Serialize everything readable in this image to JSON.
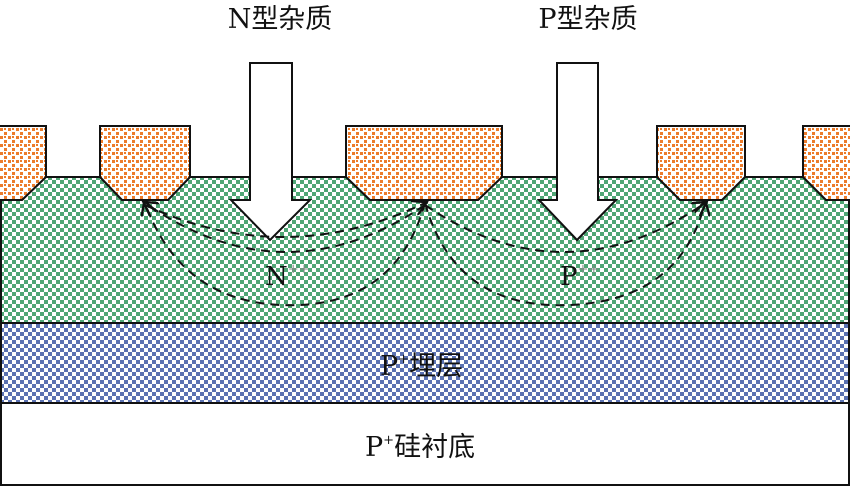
{
  "labels": {
    "n_impurity": "N型杂质",
    "p_impurity": "P型杂质",
    "n_region": "N",
    "n_region_sup": "++",
    "p_region": "P",
    "p_region_sup": "++",
    "buried_layer": "P",
    "buried_layer_sup": "+",
    "buried_layer_suffix": "埋层",
    "substrate": "P",
    "substrate_sup": "+",
    "substrate_suffix": "硅衬底"
  },
  "colors": {
    "oxide": "#ec7c2c",
    "epi": "#4fa675",
    "buried": "#5b72b2"
  }
}
